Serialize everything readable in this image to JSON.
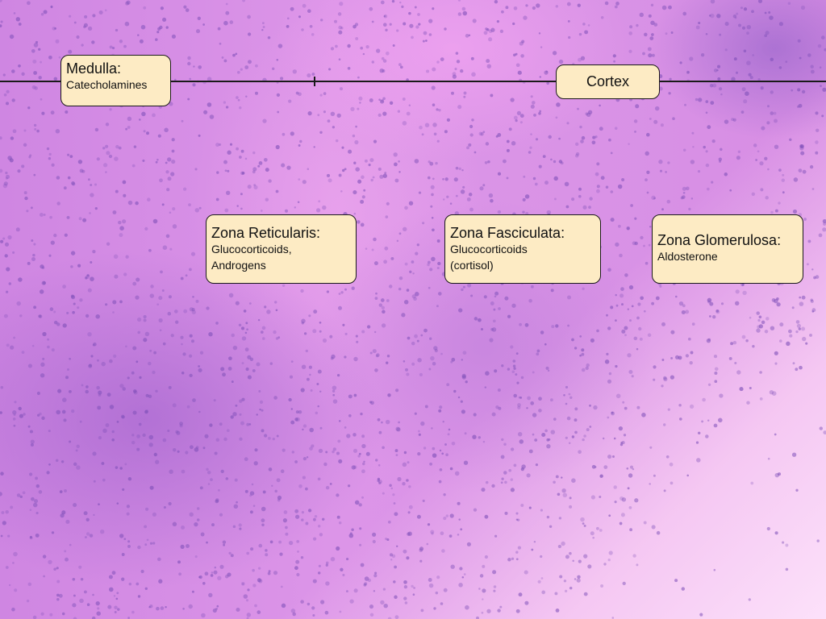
{
  "labels": {
    "medulla": {
      "title": "Medulla:",
      "subtitle": "Catecholamines"
    },
    "cortex": {
      "title": "Cortex"
    },
    "reticularis": {
      "title": "Zona Reticularis:",
      "subtitle": "Glucocorticoids,\nAndrogens"
    },
    "fasciculata": {
      "title": "Zona Fasciculata:",
      "subtitle": "Glucocorticoids\n(cortisol)"
    },
    "glomerulosa": {
      "title": "Zona Glomerulosa:",
      "subtitle": "Aldosterone"
    }
  },
  "colors": {
    "label_fill": "#fdebc4",
    "label_border": "#1a1a1a",
    "line": "#1a1a1a",
    "tissue_pink": "#d98ae6",
    "nuclei_purple": "#7d4fb8"
  }
}
